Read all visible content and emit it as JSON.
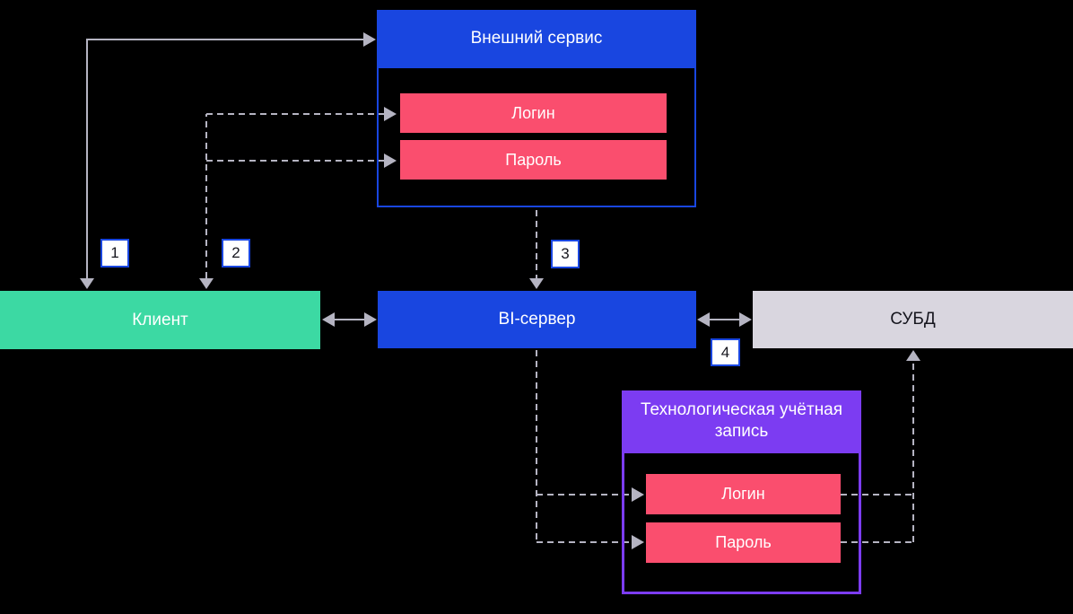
{
  "colors": {
    "bg": "#000000",
    "blue": "#1946e0",
    "green": "#3cd9a3",
    "pink": "#fa4e6e",
    "purple": "#7c3cf2",
    "graybox": "#d9d6df",
    "line": "#b5b4c2",
    "dark": "#16161e",
    "white": "#ffffff"
  },
  "diagram": {
    "external_service": {
      "title": "Внешний сервис",
      "fields": [
        {
          "label": "Логин"
        },
        {
          "label": "Пароль"
        }
      ]
    },
    "client": {
      "label": "Клиент"
    },
    "bi_server": {
      "label": "BI-сервер"
    },
    "dbms": {
      "label": "СУБД"
    },
    "tech_account": {
      "title": "Технологическая учётная запись",
      "fields": [
        {
          "label": "Логин"
        },
        {
          "label": "Пароль"
        }
      ]
    },
    "step_labels": [
      "1",
      "2",
      "3",
      "4"
    ]
  }
}
